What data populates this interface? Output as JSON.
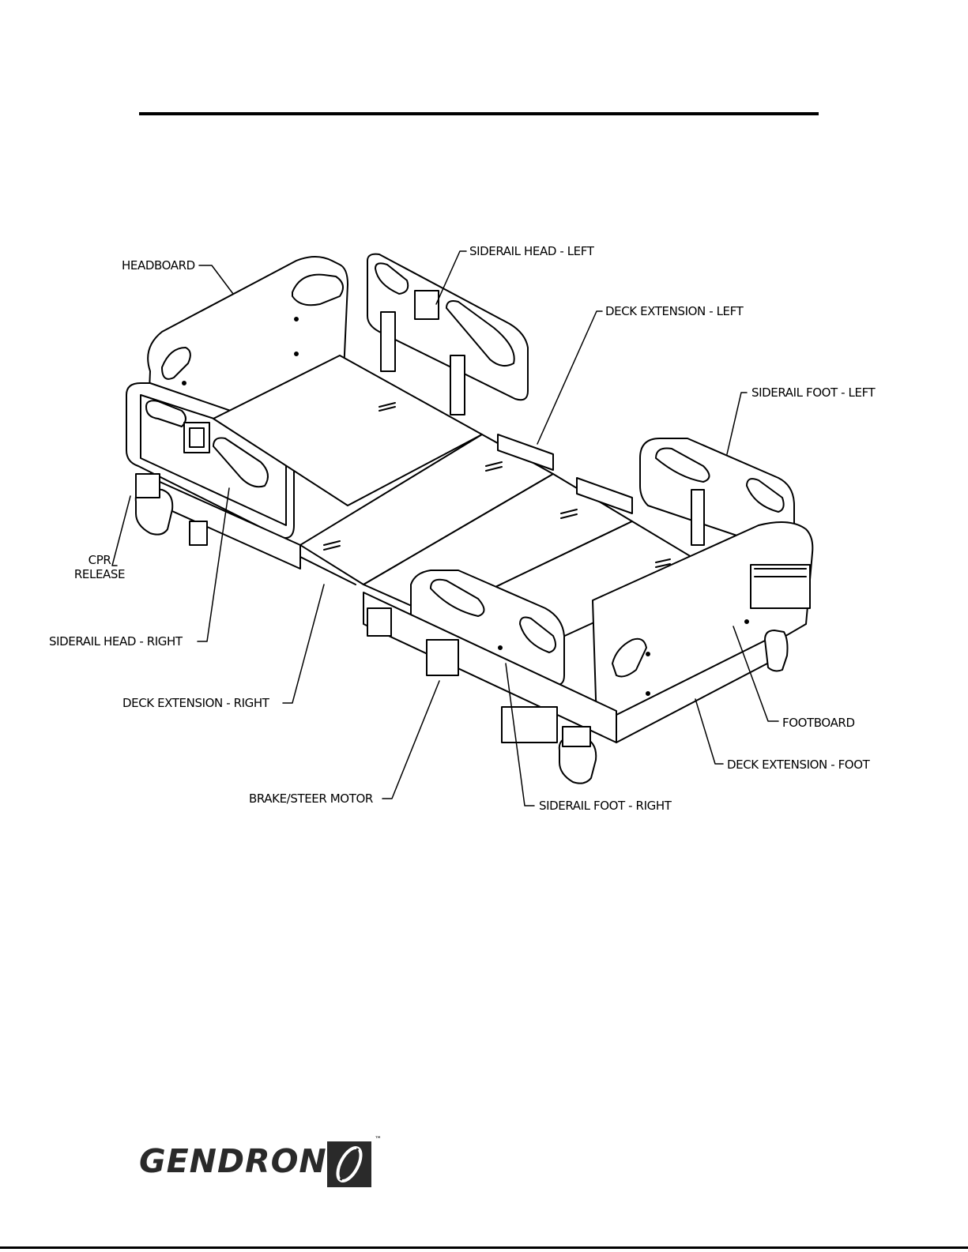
{
  "labels": {
    "headboard": "HEADBOARD",
    "siderail_head_left": "SIDERAIL HEAD - LEFT",
    "deck_extension_left": "DECK EXTENSION - LEFT",
    "siderail_foot_left": "SIDERAIL FOOT - LEFT",
    "cpr_release_line1": "CPR",
    "cpr_release_line2": "RELEASE",
    "siderail_head_right": "SIDERAIL HEAD - RIGHT",
    "deck_extension_right": "DECK EXTENSION - RIGHT",
    "footboard": "FOOTBOARD",
    "deck_extension_foot": "DECK EXTENSION - FOOT",
    "brake_steer_motor": "BRAKE/STEER MOTOR",
    "siderail_foot_right": "SIDERAIL FOOT - RIGHT"
  },
  "logo": {
    "brand": "GENDRON",
    "trademark": "™"
  }
}
